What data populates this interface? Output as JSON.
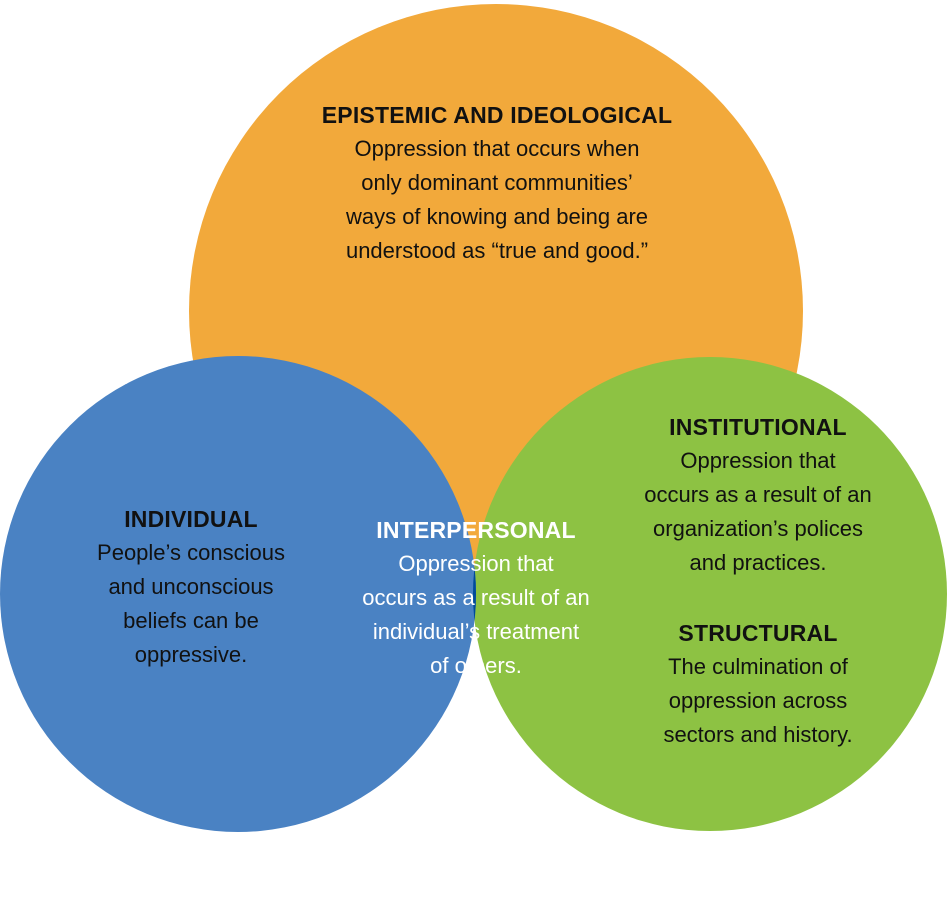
{
  "colors": {
    "epistemic": "#F2A93B",
    "individual": "#4A82C3",
    "institutional": "#8DC243",
    "interpersonal": "#004B98",
    "text_dark": "#111111",
    "text_light": "#ffffff"
  },
  "regions": {
    "epistemic": {
      "heading": "EPISTEMIC AND IDEOLOGICAL",
      "lines": [
        "Oppression that occurs when",
        "only dominant communities’",
        "ways of knowing and being are",
        "understood as “true and good.”"
      ]
    },
    "individual": {
      "heading": "INDIVIDUAL",
      "lines": [
        "People’s conscious",
        "and unconscious",
        "beliefs can be",
        "oppressive."
      ]
    },
    "interpersonal": {
      "heading": "INTERPERSONAL",
      "lines": [
        "Oppression that",
        "occurs as a result of an",
        "individual’s treatment",
        "of others."
      ]
    },
    "institutional": {
      "heading": "INSTITUTIONAL",
      "lines": [
        "Oppression that",
        "occurs as a result of an",
        "organization’s polices",
        "and practices."
      ]
    },
    "structural": {
      "heading": "STRUCTURAL",
      "lines": [
        "The culmination of",
        "oppression across",
        "sectors and history."
      ]
    }
  }
}
